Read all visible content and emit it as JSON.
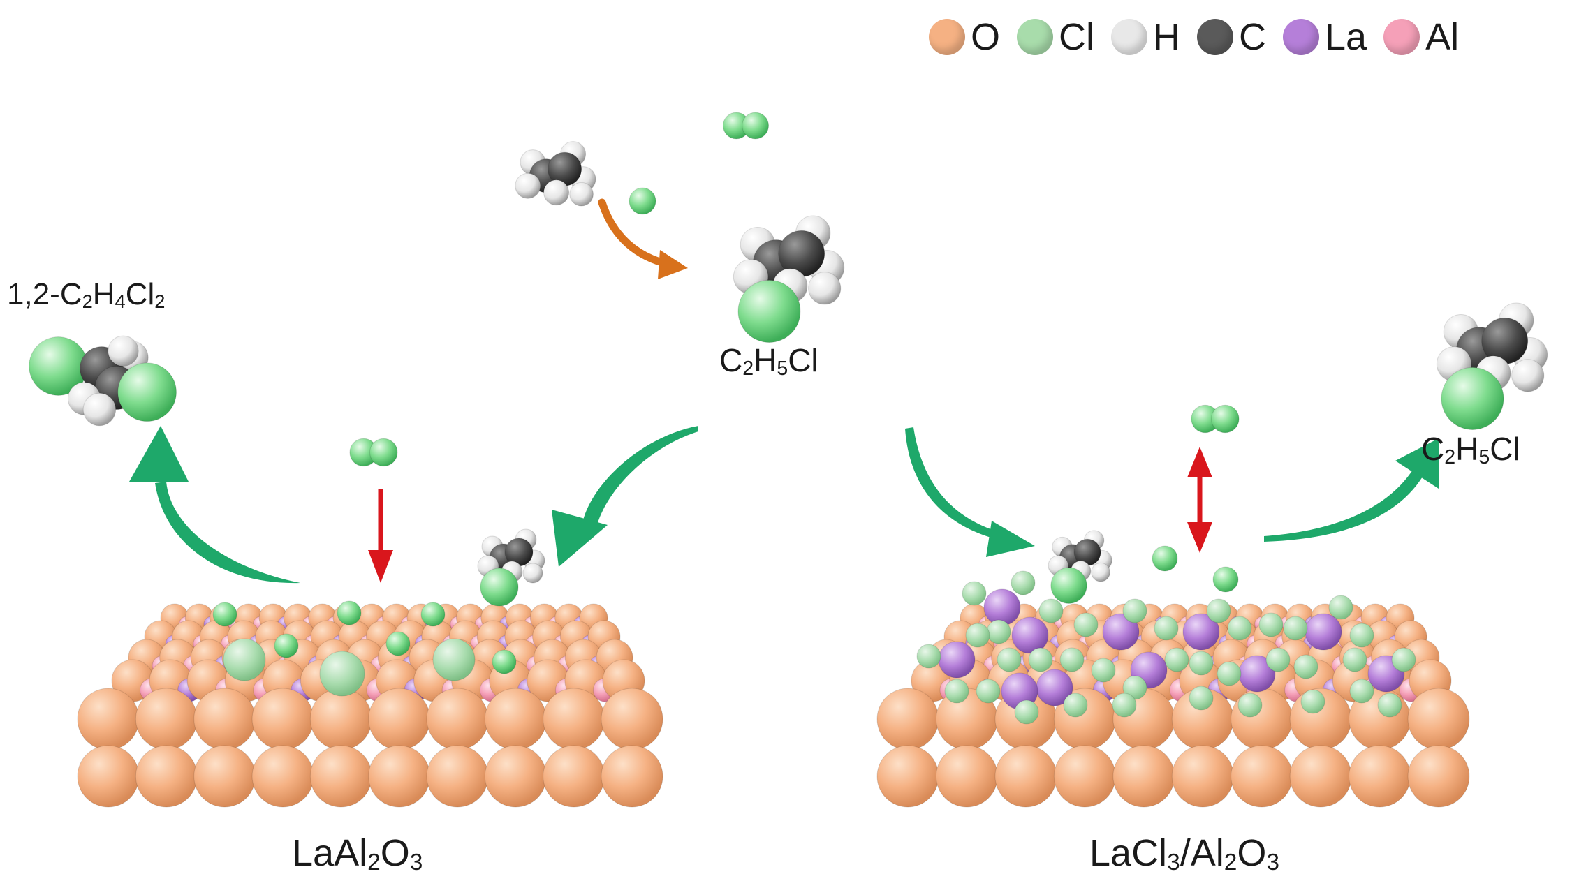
{
  "legend": {
    "items": [
      {
        "symbol": "O",
        "color": "#f5b183"
      },
      {
        "symbol": "Cl",
        "color": "#a8dcab"
      },
      {
        "symbol": "H",
        "color": "#e8e8e8"
      },
      {
        "symbol": "C",
        "color": "#5a5a5a"
      },
      {
        "symbol": "La",
        "color": "#b57fd9"
      },
      {
        "symbol": "Al",
        "color": "#f5a0b8"
      }
    ]
  },
  "labels": {
    "dichloroethane": {
      "prefix": "1,2-C",
      "n1": "2",
      "mid": "H",
      "n2": "4",
      "suffix": "Cl",
      "n3": "2"
    },
    "ethyl_chloride_top": {
      "a": "C",
      "n1": "2",
      "b": "H",
      "n2": "5",
      "c": "Cl"
    },
    "ethyl_chloride_right": {
      "a": "C",
      "n1": "2",
      "b": "H",
      "n2": "5",
      "c": "Cl"
    },
    "left_surface": {
      "a": "LaAl",
      "n1": "2",
      "b": "O",
      "n2": "3"
    },
    "right_surface": {
      "a": "LaCl",
      "n1": "3",
      "b": "/Al",
      "n2": "2",
      "c": "O",
      "n3": "3"
    }
  },
  "colors": {
    "oxygen": "#f5b183",
    "chlorine": "#8fdc98",
    "hydrogen": "#eeeeee",
    "carbon": "#4a4a4a",
    "lanthanum": "#b57fd9",
    "aluminum": "#f5a0b8",
    "green_arrow": "#1ea86a",
    "red_arrow": "#d9161c",
    "orange_arrow": "#d8711c"
  }
}
